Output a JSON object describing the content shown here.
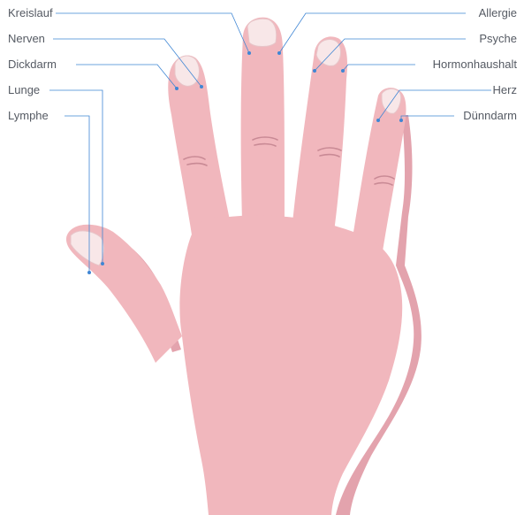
{
  "colors": {
    "skin": "#f1b7bd",
    "skin_shadow": "#e19aa4",
    "skin_dark": "#d38893",
    "nail": "#f8e7e8",
    "nail_edge": "#e7c4c8",
    "leader": "#3f86d4",
    "text": "#555a63"
  },
  "labels": {
    "left": {
      "kreislauf": "Kreislauf",
      "nerven": "Nerven",
      "dickdarm": "Dickdarm",
      "lunge": "Lunge",
      "lymphe": "Lymphe"
    },
    "right": {
      "allergie": "Allergie",
      "psyche": "Psyche",
      "hormonhaushalt": "Hormonhaushalt",
      "herz": "Herz",
      "duenndarm": "Dünndarm"
    }
  }
}
